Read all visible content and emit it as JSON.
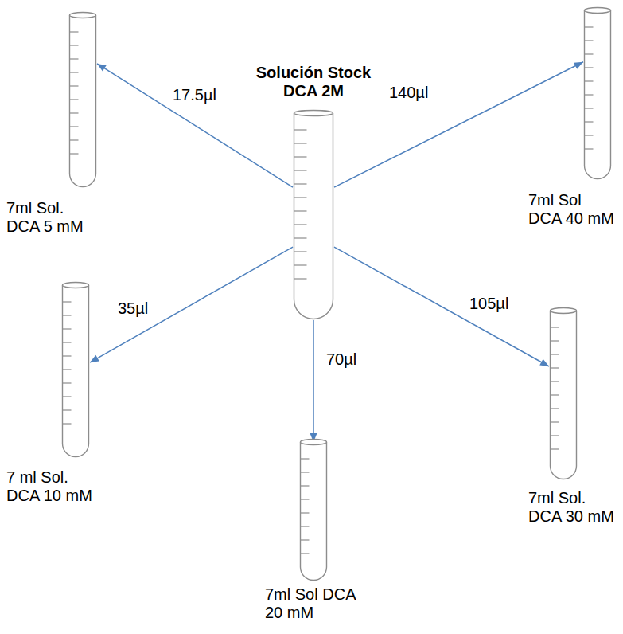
{
  "diagram": {
    "nodes": [
      {
        "text": [
          "Solución Stock DCA 2M"
        ]
      },
      {
        "text": [
          "7ml Sol. DCA 5 mM"
        ]
      },
      {
        "text": [
          "7ml Sol DCA 40 mM"
        ]
      },
      {
        "text": [
          "7 ml Sol. DCA 10 mM"
        ]
      },
      {
        "text": [
          "7ml Sol. DCA 30 mM"
        ]
      },
      {
        "text": [
          "7ml Sol DCA 20 mM"
        ]
      }
    ],
    "edges": [
      {
        "from": 0,
        "to": 1,
        "arrow": "to",
        "label": "17.5µl"
      },
      {
        "from": 0,
        "to": 2,
        "arrow": "to",
        "label": "140µl"
      },
      {
        "from": 0,
        "to": 3,
        "arrow": "to",
        "label": "35µl"
      },
      {
        "from": 0,
        "to": 4,
        "arrow": "to",
        "label": "105µl"
      },
      {
        "from": 0,
        "to": 5,
        "arrow": "to",
        "label": "70µl"
      }
    ]
  }
}
